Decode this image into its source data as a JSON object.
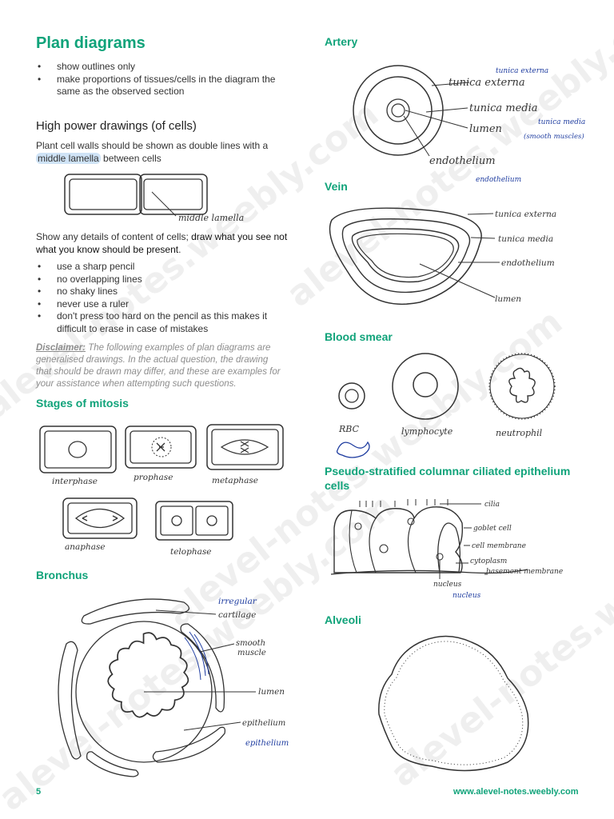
{
  "left": {
    "title": "Plan diagrams",
    "plan_bullets": [
      "show outlines only",
      "make proportions of tissues/cells in the diagram the same as the observed section"
    ],
    "hp_heading": "High power drawings (of cells)",
    "hp_text_a": "Plant cell walls should be shown as double lines with a ",
    "hp_text_hl": "middle lamella",
    "hp_text_b": " between cells",
    "middle_lamella_label": "middle lamella",
    "details_a": "Show any details of content of cells; ",
    "details_b": "draw what you see not what you know should be present",
    "details_c": ".",
    "tips": [
      "use a sharp pencil",
      "no overlapping lines",
      "no shaky lines",
      "never use a ruler",
      "don't press too hard on the pencil as this makes it difficult to erase in case of mistakes"
    ],
    "disclaimer_label": "Disclaimer:",
    "disclaimer_text": " The following examples of plan diagrams are generalised drawings. In the actual question, the drawing that should be drawn may differ, and these are examples for your assistance when attempting such questions.",
    "mitosis_heading": "Stages of mitosis",
    "mitosis_labels": [
      "interphase",
      "prophase",
      "metaphase",
      "anaphase",
      "telophase"
    ],
    "bronchus_heading": "Bronchus",
    "bronchus_labels": {
      "irregular": "irregular",
      "cartilage": "cartilage",
      "smooth1": "smooth",
      "smooth2": "muscle",
      "lumen": "lumen",
      "epithelium": "epithelium",
      "epithelium_blue": "epithelium"
    }
  },
  "right": {
    "artery_heading": "Artery",
    "artery_labels": {
      "externa_blue": "tunica externa",
      "externa": "tunica externa",
      "media": "tunica media",
      "media_blue": "tunica media",
      "smooth_blue": "(smooth muscles)",
      "lumen": "lumen",
      "endothelium": "endothelium",
      "endothelium_blue": "endothelium"
    },
    "vein_heading": "Vein",
    "vein_labels": {
      "externa": "tunica externa",
      "media": "tunica media",
      "endothelium": "endothelium",
      "lumen": "lumen"
    },
    "blood_heading": "Blood smear",
    "blood_labels": {
      "rbc": "RBC",
      "lymphocyte": "lymphocyte",
      "neutrophil": "neutrophil"
    },
    "pseudo_heading": "Pseudo-stratified columnar ciliated epithelium cells",
    "pseudo_labels": {
      "cilia": "cilia",
      "goblet": "goblet cell",
      "membrane": "cell membrane",
      "cytoplasm": "cytoplasm",
      "basement": "basement membrane",
      "nucleus": "nucleus",
      "nucleus_blue": "nucleus"
    },
    "alveoli_heading": "Alveoli"
  },
  "footer": {
    "page_number": "5",
    "website": "www.alevel-notes.weebly.com"
  },
  "watermark": "alevel-notes.weebly.com",
  "colors": {
    "accent": "#10a37a",
    "highlight": "#cfe3f6",
    "ink_blue": "#1f3da0"
  }
}
